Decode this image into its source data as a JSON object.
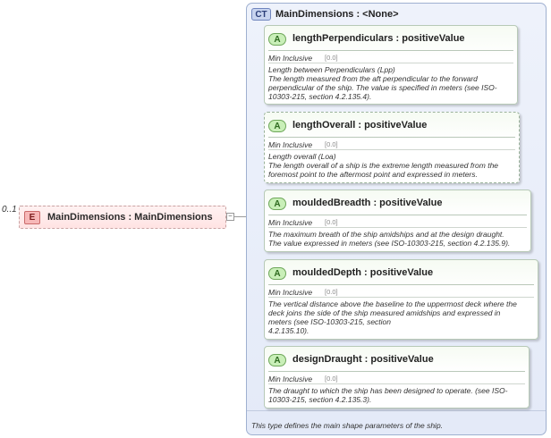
{
  "element": {
    "cardinality": "0..1",
    "badge": "E",
    "name": "MainDimensions",
    "type": "MainDimensions",
    "label": "MainDimensions  : MainDimensions",
    "collapse_symbol": "−"
  },
  "complex_type": {
    "badge": "CT",
    "name": "MainDimensions",
    "base": "<None>",
    "label": "MainDimensions  : <None>",
    "documentation": "This type defines the main shape parameters of the ship."
  },
  "attributes": [
    {
      "badge": "A",
      "label": "lengthPerpendiculars  : positiveValue",
      "min_inclusive_label": "Min Inclusive",
      "min_inclusive_value": "[0.0]",
      "doc_lines": [
        "Length between Perpendiculars (Lpp)",
        "The length measured from the aft perpendicular to the forward",
        "perpendicular of the ship. The value is specified in meters (see ISO-",
        "10303-215, section 4.2.135.4)."
      ],
      "optional": false
    },
    {
      "badge": "A",
      "label": "lengthOverall  : positiveValue",
      "min_inclusive_label": "Min Inclusive",
      "min_inclusive_value": "[0.0]",
      "doc_lines": [
        "Length overall (Loa)",
        "The length overall of a ship is the extreme length measured from the",
        "foremost point to the aftermost point and expressed in meters."
      ],
      "optional": true
    },
    {
      "badge": "A",
      "label": "mouldedBreadth  : positiveValue",
      "min_inclusive_label": "Min Inclusive",
      "min_inclusive_value": "[0.0]",
      "doc_lines": [
        "The maximum breath of the ship amidships and at the design draught.",
        "The value expressed in meters (see ISO-10303-215, section 4.2.135.9)."
      ],
      "optional": false
    },
    {
      "badge": "A",
      "label": "mouldedDepth  : positiveValue",
      "min_inclusive_label": "Min Inclusive",
      "min_inclusive_value": "[0.0]",
      "doc_lines": [
        "The vertical distance above the baseline to the uppermost deck where the",
        "deck joins the side of the ship measured amidships and expressed in",
        "meters (see ISO-10303-215, section",
        "4.2.135.10)."
      ],
      "optional": false
    },
    {
      "badge": "A",
      "label": "designDraught  : positiveValue",
      "min_inclusive_label": "Min Inclusive",
      "min_inclusive_value": "[0.0]",
      "doc_lines": [
        "The draught to which the ship has been designed to operate. (see ISO-",
        "10303-215, section 4.2.135.3)."
      ],
      "optional": false
    }
  ]
}
